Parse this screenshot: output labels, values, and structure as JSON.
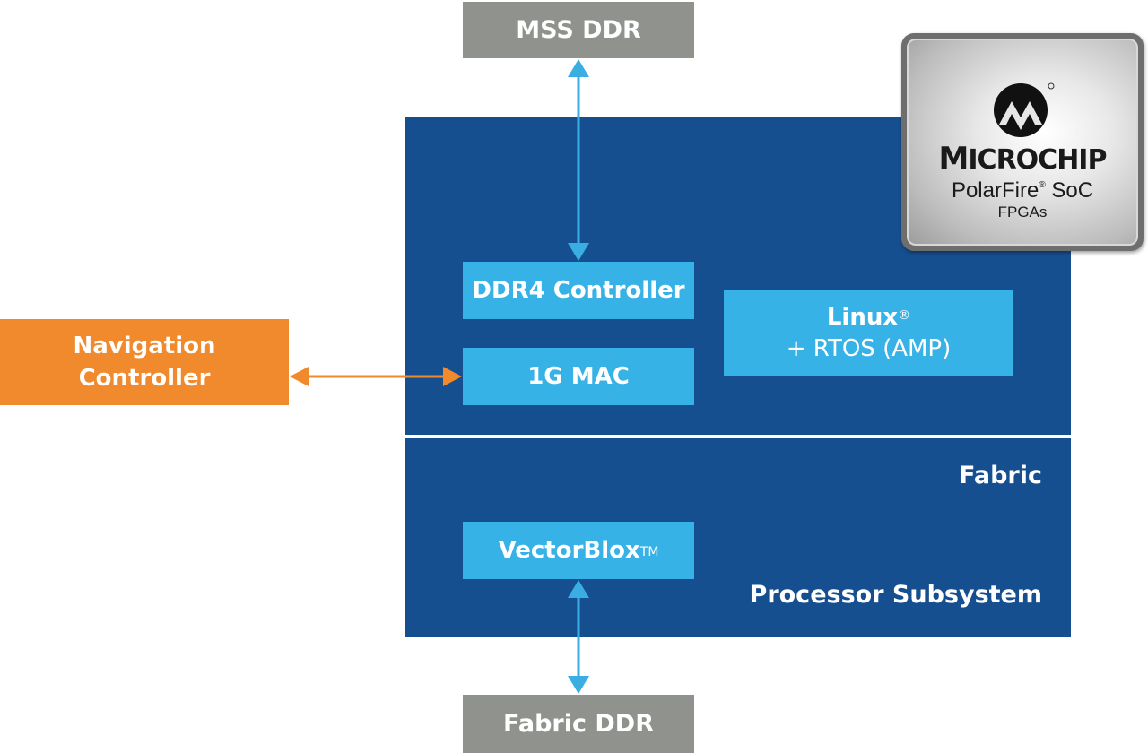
{
  "diagram": {
    "title": "PolarFire SoC FPGA block diagram",
    "colors": {
      "memory_block": "#8f928d",
      "soc_background": "#164f8f",
      "function_block": "#37b2e7",
      "external_controller": "#f18a2c",
      "arrow_blue": "#3aaee3",
      "arrow_orange": "#f18a2c"
    },
    "nodes": {
      "mss_ddr": "MSS DDR",
      "fabric_ddr": "Fabric DDR",
      "ddr4_controller": "DDR4 Controller",
      "mac": "1G MAC",
      "linux_line1": "Linux",
      "linux_mark": "®",
      "linux_line2": "+ RTOS (AMP)",
      "vectorblox": "VectorBlox",
      "vectorblox_mark": "TM",
      "nav_line1": "Navigation",
      "nav_line2": "Controller"
    },
    "region_labels": {
      "fabric": "Fabric",
      "processor_subsystem": "Processor Subsystem"
    },
    "edges": [
      {
        "from": "MSS DDR",
        "to": "DDR4 Controller",
        "direction": "bidirectional",
        "color": "blue"
      },
      {
        "from": "Navigation Controller",
        "to": "1G MAC",
        "direction": "bidirectional",
        "color": "orange"
      },
      {
        "from": "VectorBlox",
        "to": "Fabric DDR",
        "direction": "bidirectional",
        "color": "blue"
      }
    ],
    "badge": {
      "logo_icon": "microchip-logo-icon",
      "brand_first": "M",
      "brand_rest": "ICROCHIP",
      "product": "PolarFire",
      "product_mark": "®",
      "product_suffix": " SoC",
      "family": "FPGAs"
    }
  }
}
